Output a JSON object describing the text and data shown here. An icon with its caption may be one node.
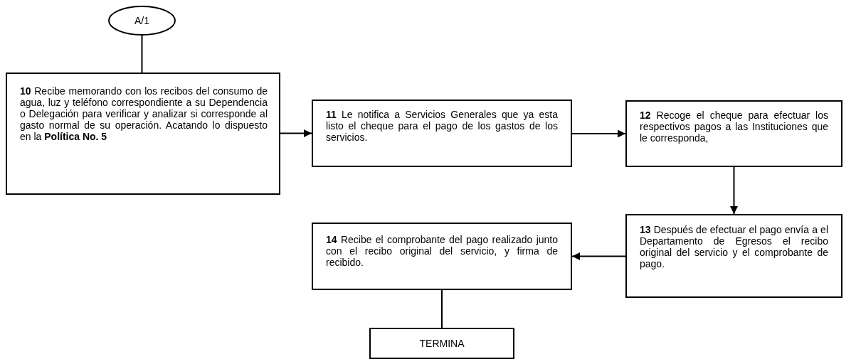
{
  "diagram": {
    "nodes": [
      {
        "text": [
          "A/1"
        ]
      },
      {
        "text": [
          "**10** Recibe memorando con los recibos del consumo de agua, luz y teléfono correspondiente a su Dependencia o Delegación para verificar y analizar si corresponde al gasto normal de su operación. Acatando lo dispuesto en la **Política No. 5**"
        ]
      },
      {
        "text": [
          "**11** Le notifica a Servicios Generales que ya esta listo el cheque para el pago de los gastos de los servicios."
        ]
      },
      {
        "text": [
          "**12** Recoge el cheque para efectuar los respectivos pagos a las Instituciones que le corresponda,"
        ]
      },
      {
        "text": [
          "**13** Después de efectuar el pago envía a el Departamento de Egresos el recibo original del servicio y el comprobante de pago."
        ]
      },
      {
        "text": [
          "**14** Recibe el comprobante del pago realizado junto con el recibo original del servicio, y firma de recibido."
        ]
      },
      {
        "text": [
          "TERMINA"
        ]
      }
    ],
    "edges": [
      {
        "from": 0,
        "to": 1,
        "arrow": "none"
      },
      {
        "from": 1,
        "to": 2,
        "arrow": "to"
      },
      {
        "from": 2,
        "to": 3,
        "arrow": "to"
      },
      {
        "from": 3,
        "to": 4,
        "arrow": "to"
      },
      {
        "from": 4,
        "to": 5,
        "arrow": "to"
      },
      {
        "from": 5,
        "to": 6,
        "arrow": "none"
      }
    ]
  }
}
